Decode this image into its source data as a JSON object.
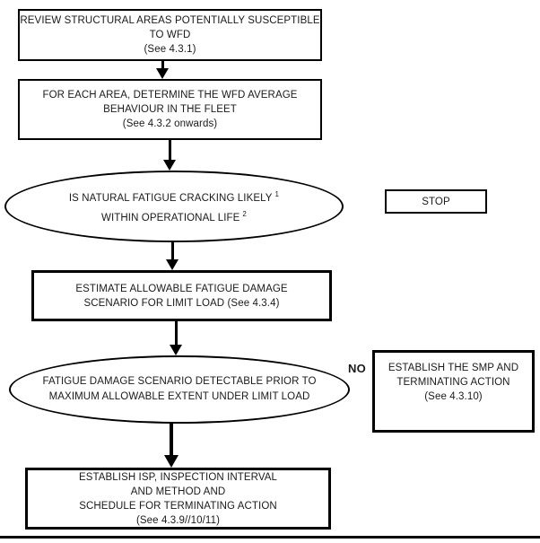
{
  "page": {
    "background": "#ffffff",
    "ink": "#000000"
  },
  "flowchart": {
    "nodes": {
      "review": {
        "type": "process",
        "lines": [
          "REVIEW STRUCTURAL AREAS POTENTIALLY SUSCEPTIBLE",
          "TO WFD",
          "(See 4.3.1)"
        ]
      },
      "determine": {
        "type": "process",
        "lines": [
          "FOR EACH AREA, DETERMINE THE WFD AVERAGE",
          "BEHAVIOUR IN THE FLEET",
          "(See 4.3.2 onwards)"
        ]
      },
      "cracking_decision": {
        "type": "decision",
        "line1": "IS NATURAL FATIGUE CRACKING LIKELY",
        "footnote1": "1",
        "line2": "WITHIN OPERATIONAL LIFE",
        "footnote2": "2"
      },
      "stop": {
        "type": "terminator",
        "label": "STOP"
      },
      "estimate": {
        "type": "process",
        "lines": [
          "ESTIMATE ALLOWABLE FATIGUE DAMAGE",
          "SCENARIO FOR LIMIT LOAD (See 4.3.4)"
        ]
      },
      "detectable_decision": {
        "type": "decision",
        "lines": [
          "FATIGUE DAMAGE SCENARIO DETECTABLE PRIOR TO",
          "MAXIMUM ALLOWABLE EXTENT UNDER LIMIT LOAD"
        ]
      },
      "smp": {
        "type": "process",
        "lines": [
          "ESTABLISH THE SMP AND",
          "TERMINATING ACTION",
          "(See 4.3.10)"
        ]
      },
      "isp": {
        "type": "process",
        "lines": [
          "ESTABLISH ISP, INSPECTION INTERVAL",
          "AND METHOD AND",
          "SCHEDULE FOR TERMINATING ACTION",
          "(See 4.3.9//10/11)"
        ]
      }
    },
    "edge_labels": {
      "no": "NO"
    }
  }
}
